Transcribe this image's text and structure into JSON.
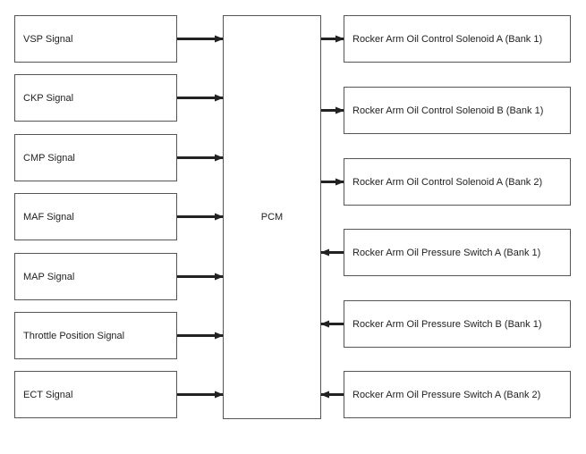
{
  "pcm": {
    "label": "PCM"
  },
  "inputs": [
    {
      "label": "VSP Signal"
    },
    {
      "label": "CKP Signal"
    },
    {
      "label": "CMP Signal"
    },
    {
      "label": "MAF Signal"
    },
    {
      "label": "MAP Signal"
    },
    {
      "label": "Throttle Position Signal"
    },
    {
      "label": "ECT Signal"
    }
  ],
  "outputs": [
    {
      "label": "Rocker Arm Oil Control Solenoid A (Bank 1)",
      "direction": "out"
    },
    {
      "label": "Rocker Arm Oil Control Solenoid B (Bank 1)",
      "direction": "out"
    },
    {
      "label": "Rocker Arm Oil Control Solenoid A (Bank 2)",
      "direction": "out"
    },
    {
      "label": "Rocker Arm Oil Pressure Switch A (Bank 1)",
      "direction": "in"
    },
    {
      "label": "Rocker Arm Oil Pressure Switch B (Bank 1)",
      "direction": "in"
    },
    {
      "label": "Rocker Arm Oil Pressure Switch A (Bank 2)",
      "direction": "in"
    }
  ]
}
